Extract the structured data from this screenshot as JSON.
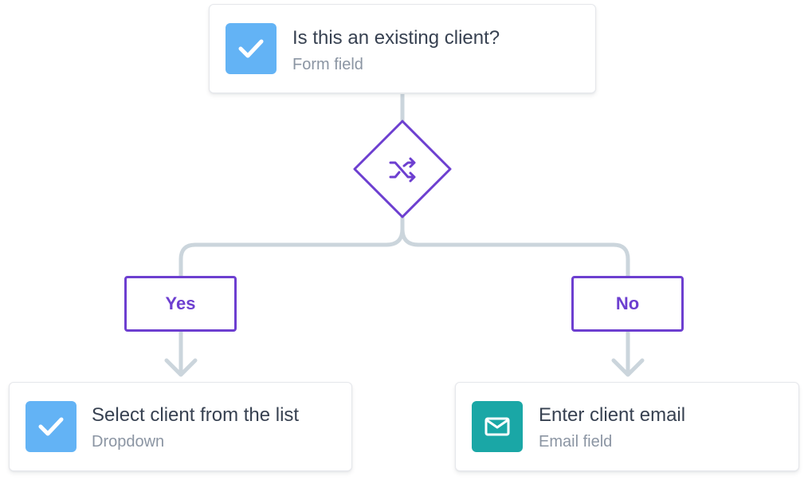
{
  "colors": {
    "accent": "#6d3fd0",
    "connector": "#cbd5dc",
    "icon_blue": "#63b3f5",
    "icon_teal": "#1aa7a6"
  },
  "top_card": {
    "title": "Is this an existing client?",
    "subtitle": "Form field",
    "icon": "checkmark-icon"
  },
  "decision": {
    "icon": "shuffle-icon"
  },
  "branches": {
    "yes_label": "Yes",
    "no_label": "No"
  },
  "left_card": {
    "title": "Select client from the list",
    "subtitle": "Dropdown",
    "icon": "checkmark-icon"
  },
  "right_card": {
    "title": "Enter client email",
    "subtitle": "Email field",
    "icon": "envelope-icon"
  }
}
